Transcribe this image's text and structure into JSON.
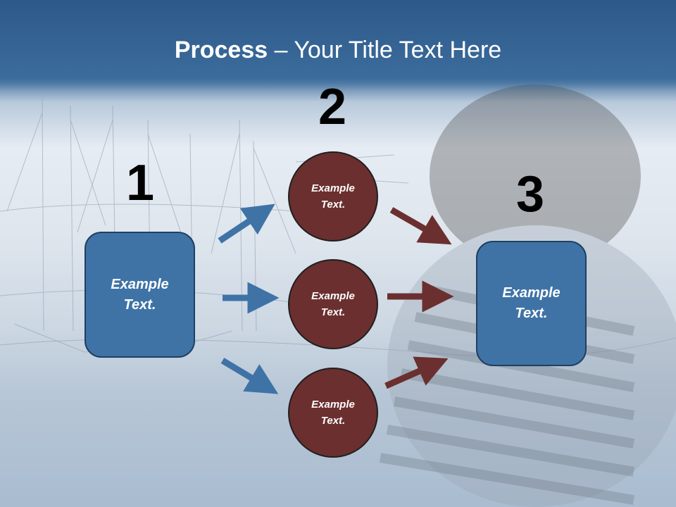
{
  "title": {
    "bold": "Process",
    "rest": " – Your Title Text Here"
  },
  "steps": {
    "step1": {
      "number": "1",
      "text_line1": "Example",
      "text_line2": "Text."
    },
    "step2": {
      "number": "2",
      "circles": [
        {
          "line1": "Example",
          "line2": "Text."
        },
        {
          "line1": "Example",
          "line2": "Text."
        },
        {
          "line1": "Example",
          "line2": "Text."
        }
      ]
    },
    "step3": {
      "number": "3",
      "text_line1": "Example",
      "text_line2": "Text."
    }
  },
  "colors": {
    "header": "#2f5d8c",
    "box_fill": "#3f73a6",
    "circle_fill": "#6b2f2f",
    "arrow_blue": "#3f73a6",
    "arrow_red": "#6b2f2f"
  }
}
